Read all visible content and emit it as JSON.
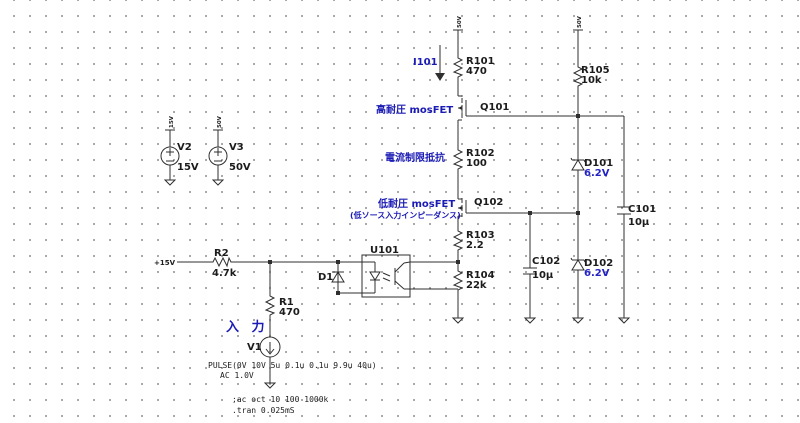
{
  "nets": {
    "v50": "50V",
    "v15": "15V",
    "in15": "+15V"
  },
  "components": {
    "R101": {
      "ref": "R101",
      "value": "470"
    },
    "R102": {
      "ref": "R102",
      "value": "100"
    },
    "R103": {
      "ref": "R103",
      "value": "2.2"
    },
    "R104": {
      "ref": "R104",
      "value": "22k"
    },
    "R105": {
      "ref": "R105",
      "value": "10k"
    },
    "R1": {
      "ref": "R1",
      "value": "470"
    },
    "R2": {
      "ref": "R2",
      "value": "4.7k"
    },
    "Q101": {
      "ref": "Q101"
    },
    "Q102": {
      "ref": "Q102"
    },
    "D101": {
      "ref": "D101",
      "value": "6.2V"
    },
    "D102": {
      "ref": "D102",
      "value": "6.2V"
    },
    "D1": {
      "ref": "D1"
    },
    "C101": {
      "ref": "C101",
      "value": "10µ"
    },
    "C102": {
      "ref": "C102",
      "value": "10µ"
    },
    "U101": {
      "ref": "U101"
    },
    "V1": {
      "ref": "V1",
      "value": "PULSE(0V 10V 5u 0.1u 0.1u 9.9u 40u)",
      "ac": "AC 1.0V"
    },
    "V2": {
      "ref": "V2",
      "value": "15V"
    },
    "V3": {
      "ref": "V3",
      "value": "50V"
    }
  },
  "annotations": {
    "current_label": "I101",
    "hv_fet": "高耐圧 mosFET",
    "current_limit": "電流制限抵抗",
    "lv_fet": "低耐圧 mosFET",
    "lv_fet_note": "(低ソース入力インピーダンス)",
    "input": "入 力"
  },
  "directives": {
    "ac": ";ac oct 10 100 1000k",
    "tran": ".tran 0.025mS"
  },
  "colors": {
    "wire": "#2f2f2f",
    "annotation": "#1a1ab4",
    "zener_value": "#2323c6",
    "background": "#ffffff",
    "grid_dot": "#8c8c8c"
  }
}
